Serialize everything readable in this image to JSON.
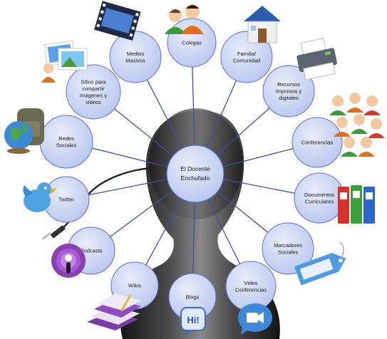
{
  "center": {
    "lines": [
      "El Docente",
      "Enchufado"
    ]
  },
  "nodes": [
    {
      "id": "medios-masivos",
      "lines": [
        "Medios",
        "Masivos"
      ]
    },
    {
      "id": "colegas",
      "lines": [
        "Colegas"
      ]
    },
    {
      "id": "familia-comunidad",
      "lines": [
        "Familia/",
        "Comunidad"
      ]
    },
    {
      "id": "sitios-imagenes",
      "lines": [
        "Sitios para",
        "compartir",
        "imágenes y",
        "videos"
      ]
    },
    {
      "id": "recursos-impresos",
      "lines": [
        "Recursos",
        "impresos y",
        "digitales"
      ]
    },
    {
      "id": "redes-sociales",
      "lines": [
        "Redes",
        "Sociales"
      ]
    },
    {
      "id": "conferencias",
      "lines": [
        "Conferencias"
      ]
    },
    {
      "id": "twitter",
      "lines": [
        "Twitter"
      ]
    },
    {
      "id": "documentos-curriculares",
      "lines": [
        "Documentos",
        "Curriculares"
      ]
    },
    {
      "id": "podcasts",
      "lines": [
        "Podcasts"
      ]
    },
    {
      "id": "marcadores-sociales",
      "lines": [
        "Marcadores",
        "Sociales"
      ]
    },
    {
      "id": "wikis",
      "lines": [
        "Wikis"
      ]
    },
    {
      "id": "blogs",
      "lines": [
        "Blogs"
      ]
    },
    {
      "id": "video-conferencias",
      "lines": [
        "Video",
        "Conferencias"
      ]
    }
  ],
  "icons": [
    "film-strip-icon",
    "colleagues-icon",
    "house-icon",
    "photo-sharing-icon",
    "printer-icon",
    "globe-backpack-icon",
    "conference-crowd-icon",
    "twitter-bird-icon",
    "binders-icon",
    "podcast-icon",
    "bookmark-tag-icon",
    "wiki-books-icon",
    "blog-hi-icon",
    "video-chat-icon",
    "audio-cable-icon"
  ],
  "blog_icon_text": "Hi!",
  "colors": {
    "node_fill": "#c9d3f2",
    "node_stroke": "#5b6fc4",
    "connector": "#3e4fa0",
    "silhouette": "#3a3a3a"
  }
}
